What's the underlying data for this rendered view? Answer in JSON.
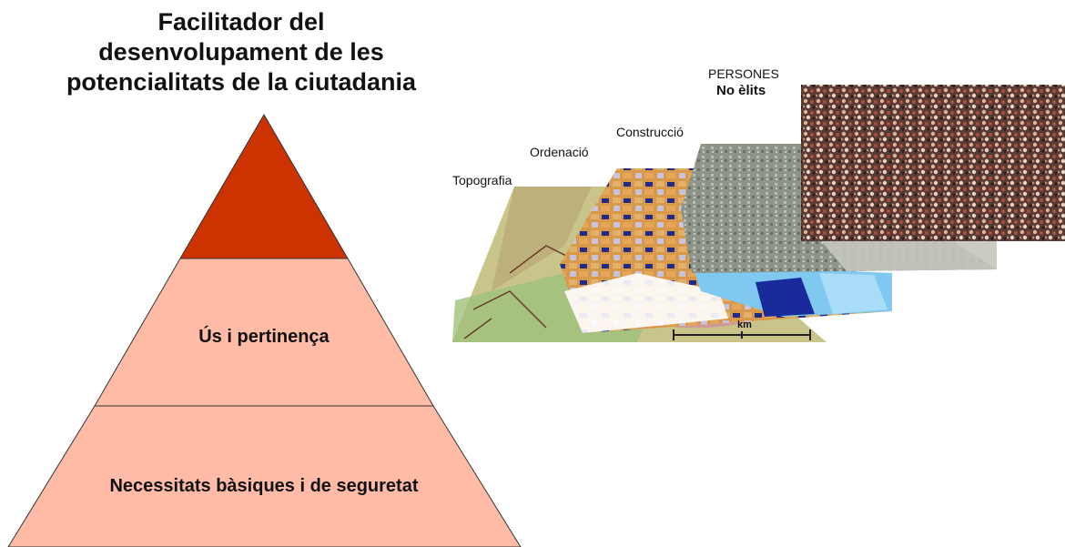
{
  "pyramid": {
    "title_lines": [
      "Facilitador del",
      "desenvolupament de les",
      "potencialitats de la ciutadania"
    ],
    "middle_label": "Ús i pertinença",
    "bottom_label": "Necessitats bàsiques i de seguretat",
    "colors": {
      "top": "#cc3300",
      "levels": "#ffbba6",
      "outline": "#333333"
    }
  },
  "layers": {
    "topografia": "Topografia",
    "ordenacio": "Ordenació",
    "construccio": "Construcció",
    "persones": "PERSONES",
    "no_elits": "No èlits",
    "scale_unit": "km"
  }
}
